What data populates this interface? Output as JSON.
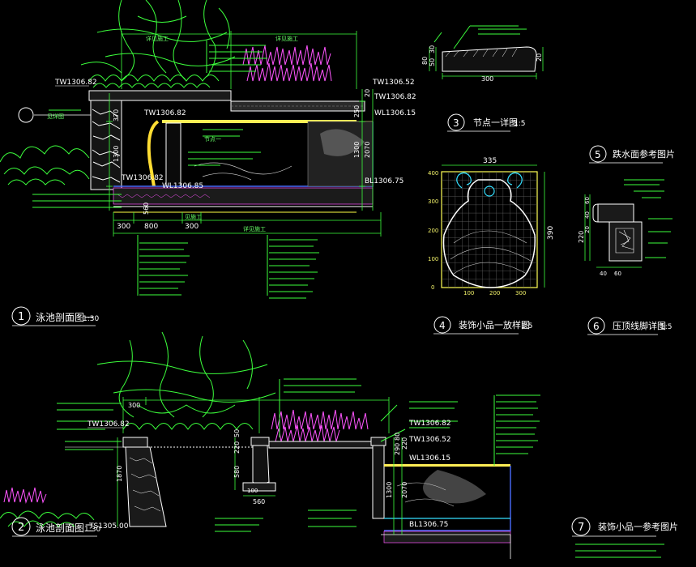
{
  "sections": {
    "s1": {
      "num": "1",
      "title": "泳池剖面图一",
      "scale": "1:30"
    },
    "s2": {
      "num": "2",
      "title": "泳池剖面图二",
      "scale": "1:30"
    },
    "s3": {
      "num": "3",
      "title": "节点一详图",
      "scale": "1:5"
    },
    "s4": {
      "num": "4",
      "title": "装饰小品一放样图",
      "scale": "1:5"
    },
    "s5": {
      "num": "5",
      "title": "跌水面参考图片",
      "scale": ""
    },
    "s6": {
      "num": "6",
      "title": "压顶线脚详图",
      "scale": "1:5"
    },
    "s7": {
      "num": "7",
      "title": "装饰小品一参考图片",
      "scale": ""
    }
  },
  "elevations": {
    "tw1": "TW1306.82",
    "tw2": "TW1306.82",
    "tw3": "TW1306.52",
    "wl1": "WL1306.15",
    "bl1": "BL1306.75",
    "tw4": "TW1306.82",
    "wl2": "WL1306.85",
    "tw5": "TW1306.82",
    "tw6": "TW1306.82",
    "tw7": "TW1306.52",
    "wl3": "WL1306.15",
    "bl2": "BL1306.75",
    "ts1": "TS1305.00"
  },
  "dims_s1": {
    "d300a": "300",
    "d800": "800",
    "d300b": "300",
    "h370": "370",
    "h1300": "1300",
    "h250": "250",
    "h20": "20",
    "h1300r": "1300",
    "h2070": "2070",
    "h560": "560"
  },
  "dims_s2": {
    "d300": "300",
    "h1870": "1870",
    "h220": "220",
    "h50": "50",
    "h580": "580",
    "h100": "100",
    "d560": "560",
    "h1300": "1300",
    "h2070": "2070",
    "h290": "290",
    "h80": "80",
    "h220b": "220"
  },
  "dims_s3": {
    "w": "300",
    "h80": "80",
    "h50": "50",
    "h30": "30",
    "h20": "20"
  },
  "dims_s4": {
    "w": "335",
    "h": "390",
    "ticks": [
      "400",
      "300",
      "200",
      "100",
      "0"
    ],
    "xticks": [
      "100",
      "200",
      "300"
    ]
  },
  "dims_s6": {
    "h220": "220",
    "h40": "40",
    "h60": "60",
    "h20": "20",
    "w40": "40",
    "w60": "60"
  },
  "leaders": {
    "s1_a": "见详图",
    "s1_b": "节点一",
    "s1_c": "见施工",
    "s1_bottom1": "详见施工",
    "s1_bottom2": "详见施工"
  }
}
